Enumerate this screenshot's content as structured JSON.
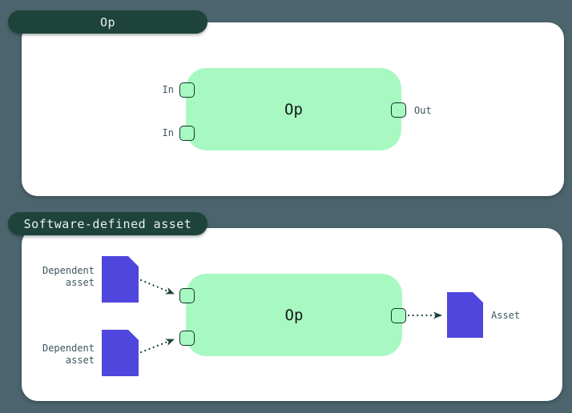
{
  "colors": {
    "background": "#4c646d",
    "tab_background": "#1e433b",
    "tab_text": "#e9f2ec",
    "panel_background": "#ffffff",
    "op_node_fill": "#a8f9c1",
    "handle_border": "#11362e",
    "op_node_text": "#14181b",
    "label_text": "#3d565e",
    "asset_fill": "#4f46dd",
    "arrow": "#1f443d"
  },
  "op_section": {
    "tab_label": "Op",
    "node_label": "Op",
    "input_labels": [
      "In",
      "In"
    ],
    "output_label": "Out"
  },
  "asset_section": {
    "tab_label": "Software-defined asset",
    "node_label": "Op",
    "dependent_assets": [
      {
        "line1": "Dependent",
        "line2": "asset"
      },
      {
        "line1": "Dependent",
        "line2": "asset"
      }
    ],
    "output_asset_label": "Asset"
  }
}
